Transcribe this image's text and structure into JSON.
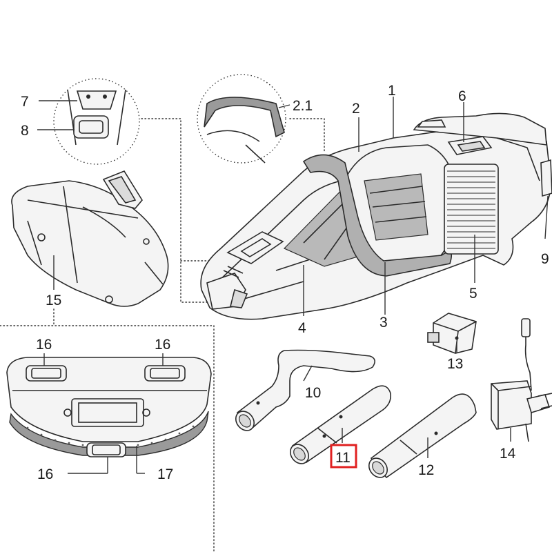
{
  "labels": {
    "p1": "1",
    "p2": "2",
    "p2_1": "2.1",
    "p3": "3",
    "p4": "4",
    "p5": "5",
    "p6": "6",
    "p7": "7",
    "p8": "8",
    "p9": "9",
    "p10": "10",
    "p11": "11",
    "p12": "12",
    "p13": "13",
    "p14": "14",
    "p15": "15",
    "p16a": "16",
    "p16b": "16",
    "p16c": "16",
    "p17": "17"
  },
  "highlighted_part": "11",
  "colors": {
    "highlight": "#e02020",
    "line": "#2a2a2a",
    "shade": "#b9b9b9"
  }
}
